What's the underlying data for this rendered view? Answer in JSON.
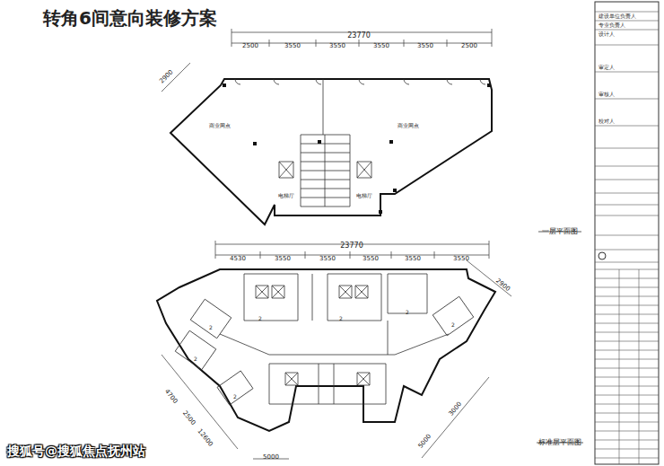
{
  "diagram": {
    "title": "转角6间意向装修方案",
    "labels": [
      "23770",
      "2500",
      "3550",
      "3550",
      "3550",
      "3550",
      "2500",
      "2900",
      "商业网点",
      "商业网点",
      "电梯厅",
      "电梯厅",
      "一层平面图",
      "23770",
      "4530",
      "3550",
      "3550",
      "3550",
      "3550",
      "3550",
      "4700",
      "2500",
      "12600",
      "5000",
      "2900",
      "5000",
      "3000",
      "标准层平面图",
      "搜狐号@搜狐焦点抚州站",
      "2",
      "2",
      "2",
      "2",
      "2",
      "2",
      "2",
      "建设单位负责人",
      "专业负责人",
      "设计人",
      "审定人",
      "审核人",
      "校对人"
    ]
  }
}
